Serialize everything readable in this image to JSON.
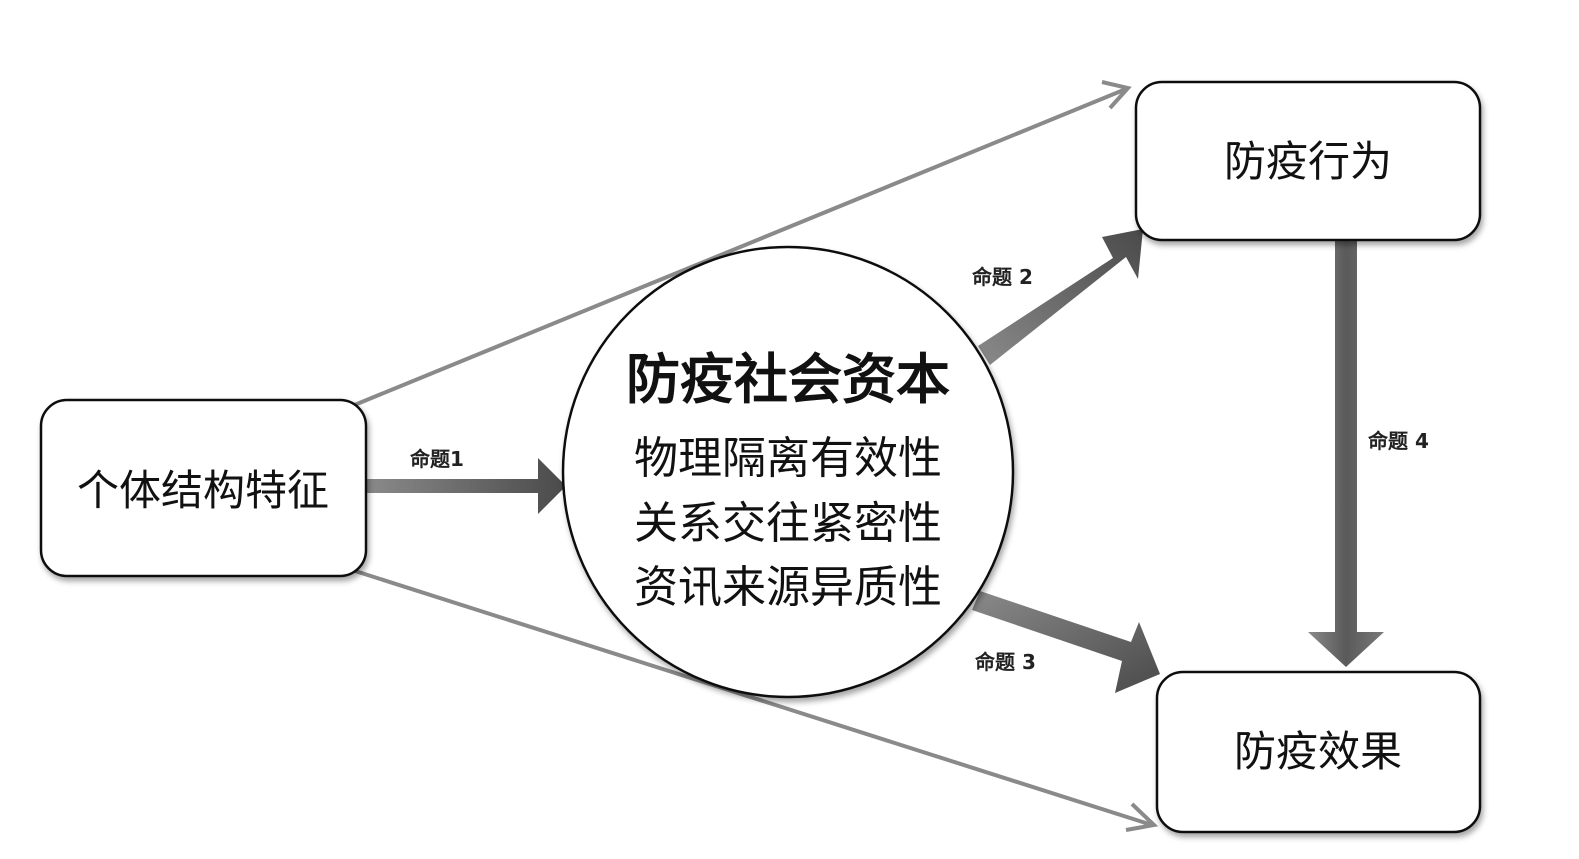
{
  "nodes": {
    "individual": "个体结构特征",
    "behavior": "防疫行为",
    "effect": "防疫效果",
    "capital": {
      "title": "防疫社会资本",
      "dimensions": [
        "物理隔离有效性",
        "关系交往紧密性",
        "资讯来源异质性"
      ]
    }
  },
  "propositions": {
    "p1": "命题1",
    "p2": "命题 2",
    "p3": "命题 3",
    "p4": "命题 4"
  },
  "colors": {
    "thin_arrow": "#8a8a8a",
    "thick_arrow": "#5a5a5a",
    "border": "#111111"
  }
}
